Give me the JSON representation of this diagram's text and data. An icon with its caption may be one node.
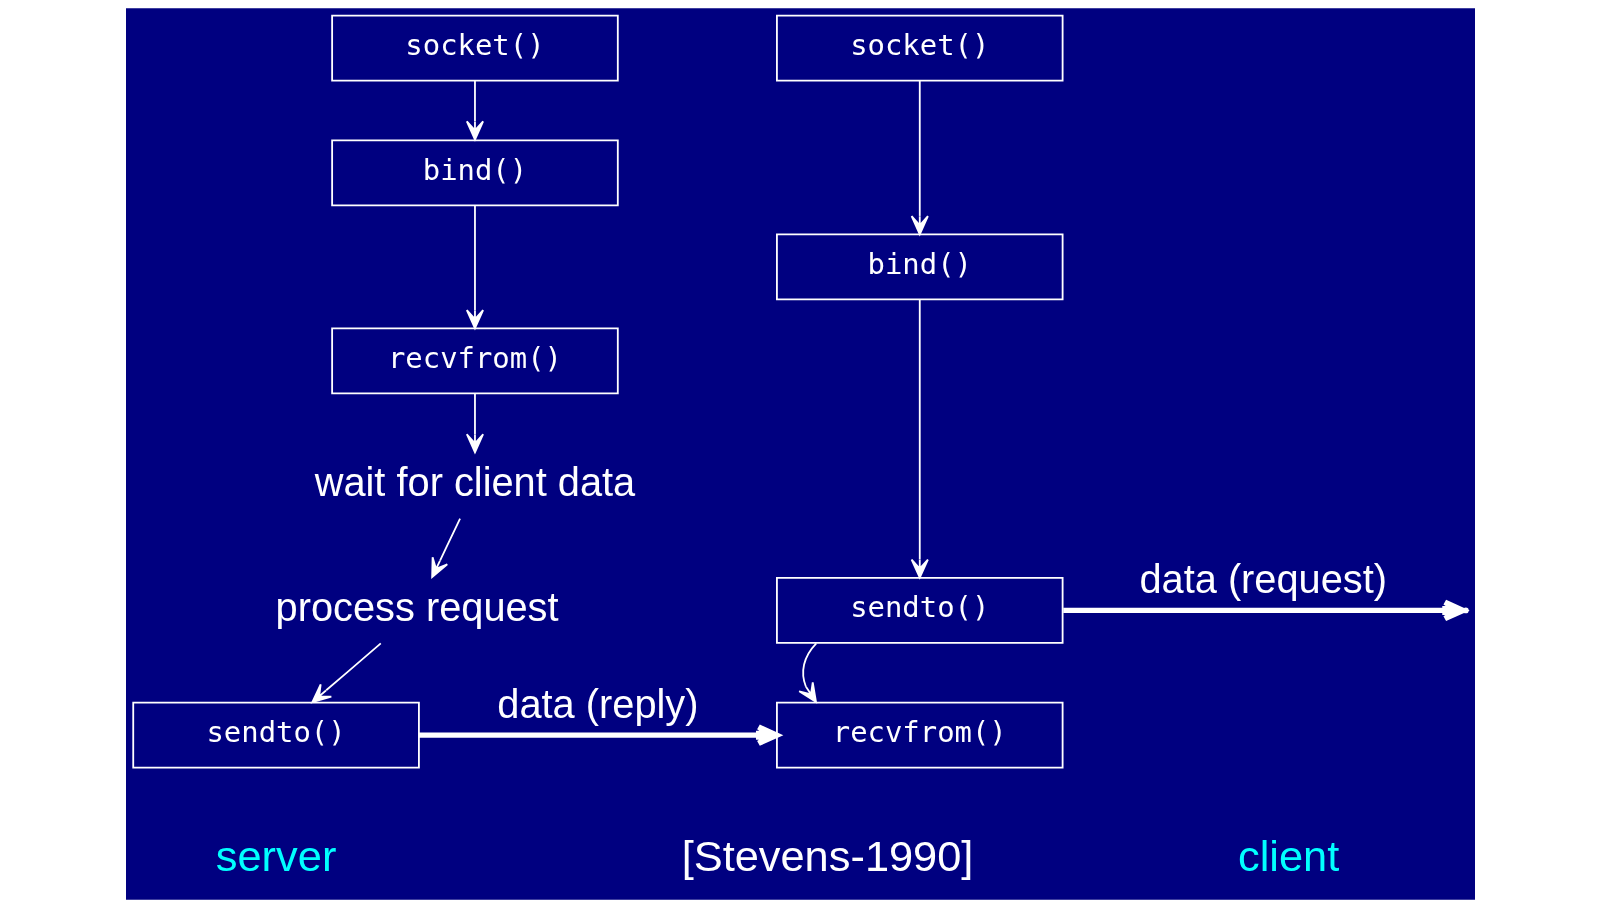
{
  "diagram": {
    "nodes": [
      {
        "text": [
          "socket()"
        ]
      },
      {
        "text": [
          "bind()"
        ]
      },
      {
        "text": [
          "recvfrom()"
        ]
      },
      {
        "text": [
          "wait for client data"
        ]
      },
      {
        "text": [
          "process request"
        ]
      },
      {
        "text": [
          "sendto()"
        ]
      },
      {
        "text": [
          "socket()"
        ]
      },
      {
        "text": [
          "bind()"
        ]
      },
      {
        "text": [
          "sendto()"
        ]
      },
      {
        "text": [
          "recvfrom()"
        ]
      }
    ],
    "edges": [
      {
        "from": 0,
        "to": 1,
        "arrow": "to"
      },
      {
        "from": 1,
        "to": 2,
        "arrow": "to"
      },
      {
        "from": 2,
        "to": 3,
        "arrow": "to"
      },
      {
        "from": 3,
        "to": 4,
        "arrow": "to"
      },
      {
        "from": 4,
        "to": 5,
        "arrow": "to"
      },
      {
        "from": 6,
        "to": 7,
        "arrow": "to"
      },
      {
        "from": 7,
        "to": 8,
        "arrow": "to"
      },
      {
        "from": 8,
        "to": null,
        "arrow": "to",
        "label": "data (request)",
        "style": "thick"
      },
      {
        "from": 8,
        "to": 9,
        "arrow": "to"
      },
      {
        "from": 5,
        "to": 9,
        "arrow": "to",
        "label": "data (reply)",
        "style": "thick"
      }
    ],
    "labels": [
      "server",
      "client",
      "[Stevens-1990]"
    ]
  }
}
